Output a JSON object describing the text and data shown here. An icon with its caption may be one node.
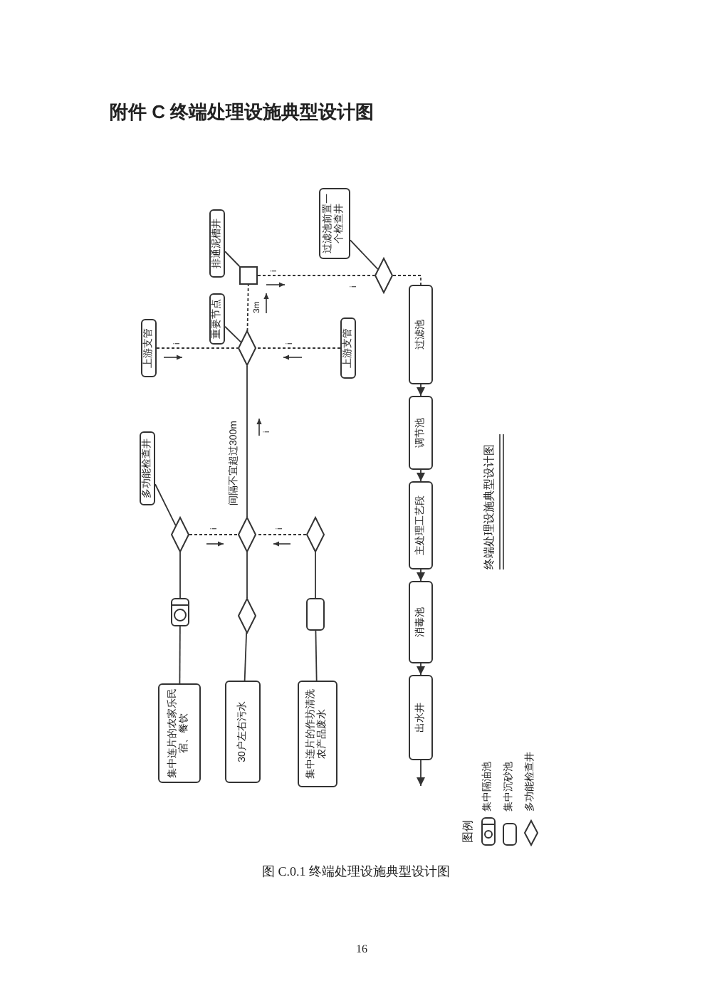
{
  "diagram": {
    "title": "附件 C  终端处理设施典型设计图",
    "caption": "图 C.0.1 终端处理设施典型设计图",
    "nodes": [
      {
        "text": [
          "过滤池前置一个检查井"
        ]
      },
      {
        "text": [
          "排通泥槽井"
        ]
      },
      {
        "text": [],
        "shape": "box"
      },
      {
        "text": [],
        "shape": "diamond"
      },
      {
        "text": [
          "重要节点"
        ]
      },
      {
        "text": [
          "上游支管"
        ]
      },
      {
        "text": [],
        "shape": "diamond"
      },
      {
        "text": [
          "上游支管"
        ]
      },
      {
        "text": [
          "多功能检查井"
        ]
      },
      {
        "text": [],
        "shape": "diamond"
      },
      {
        "text": [],
        "shape": "diamond"
      },
      {
        "text": [],
        "shape": "diamond"
      },
      {
        "text": [],
        "shape": "box"
      },
      {
        "text": [],
        "shape": "diamond"
      },
      {
        "text": [],
        "shape": "box"
      },
      {
        "text": [
          "集中连片的农家乐民宿、餐饮"
        ]
      },
      {
        "text": [
          "30户左右污水"
        ]
      },
      {
        "text": [
          "集中连片的作坊清洗农产品废水"
        ]
      },
      {
        "text": [
          "过滤池"
        ]
      },
      {
        "text": [
          "调节池"
        ]
      },
      {
        "text": [
          "主处理工艺段"
        ]
      },
      {
        "text": [
          "消毒池"
        ]
      },
      {
        "text": [
          "出水井"
        ]
      }
    ],
    "edges": [
      {
        "from": 15,
        "to": 12,
        "arrow": "none"
      },
      {
        "from": 12,
        "to": 9,
        "arrow": "none"
      },
      {
        "from": 16,
        "to": 13,
        "arrow": "none"
      },
      {
        "from": 13,
        "to": 10,
        "arrow": "none"
      },
      {
        "from": 17,
        "to": 14,
        "arrow": "none"
      },
      {
        "from": 14,
        "to": 11,
        "arrow": "none"
      },
      {
        "from": 9,
        "to": 10,
        "arrow": "none",
        "style": "dashed"
      },
      {
        "from": 11,
        "to": 10,
        "arrow": "none",
        "style": "dashed"
      },
      {
        "from": 10,
        "to": 6,
        "arrow": "none",
        "label": "间隔不宜超过300m"
      },
      {
        "from": 8,
        "to": 9,
        "arrow": "none"
      },
      {
        "from": 5,
        "to": 6,
        "arrow": "none",
        "style": "dashed"
      },
      {
        "from": 7,
        "to": 6,
        "arrow": "none",
        "style": "dashed"
      },
      {
        "from": 4,
        "to": 6,
        "arrow": "none"
      },
      {
        "from": 6,
        "to": 2,
        "arrow": "none",
        "style": "dashed"
      },
      {
        "from": 1,
        "to": 2,
        "arrow": "none"
      },
      {
        "from": 2,
        "to": 3,
        "arrow": "none",
        "style": "dashed"
      },
      {
        "from": 0,
        "to": 3,
        "arrow": "none"
      },
      {
        "from": 3,
        "to": 18,
        "arrow": "none",
        "style": "dashed"
      },
      {
        "from": 18,
        "to": 19,
        "arrow": "to"
      },
      {
        "from": 19,
        "to": 20,
        "arrow": "to"
      },
      {
        "from": 20,
        "to": 21,
        "arrow": "to"
      },
      {
        "from": 21,
        "to": 22,
        "arrow": "to"
      },
      {
        "from": 22,
        "to": null,
        "arrow": "to"
      }
    ],
    "labels": [
      "i",
      "3m",
      "i",
      "i",
      "i",
      "i",
      "i",
      "i",
      "终端处理设施典型设计图",
      "图例",
      "16"
    ],
    "legend": [
      {
        "text": "集中隔油池"
      },
      {
        "text": "集中沉砂池"
      },
      {
        "text": "多功能检查井"
      }
    ]
  }
}
